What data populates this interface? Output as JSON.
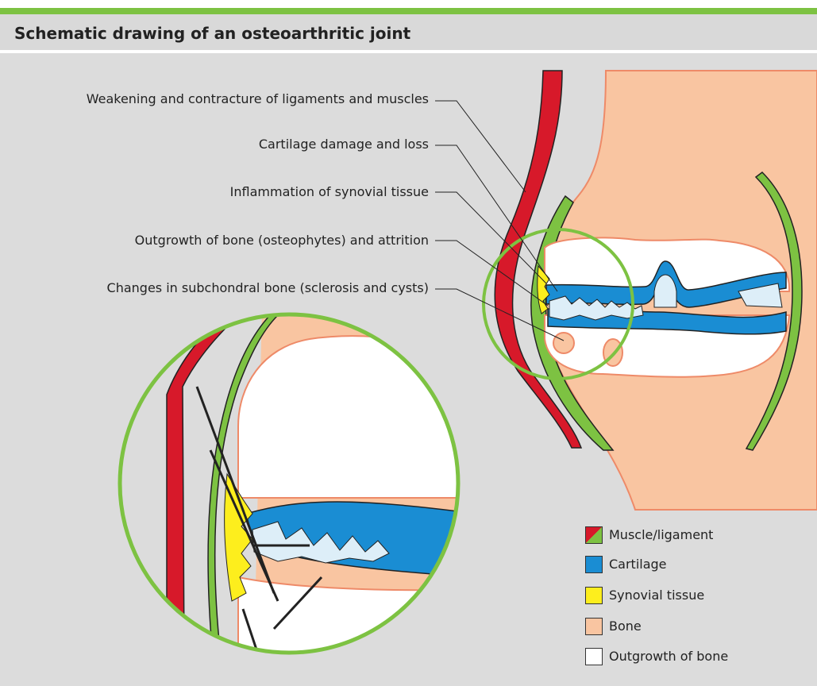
{
  "title": "Schematic drawing of an osteoarthritic joint",
  "labels": [
    "Weakening and contracture of ligaments and muscles",
    "Cartilage damage and loss",
    "Inflammation of synovial tissue",
    "Outgrowth of bone (osteophytes) and attrition",
    "Changes in subchondral bone (sclerosis and cysts)"
  ],
  "legend": [
    {
      "label": "Muscle/ligament",
      "swatch": "muscle-ligament-swatch"
    },
    {
      "label": "Cartilage",
      "swatch": "cartilage-swatch"
    },
    {
      "label": "Synovial tissue",
      "swatch": "synovial-tissue-swatch"
    },
    {
      "label": "Bone",
      "swatch": "bone-swatch"
    },
    {
      "label": "Outgrowth of bone",
      "swatch": "outgrowth-of-bone-swatch"
    }
  ],
  "colors": {
    "accent_green": "#7dc242",
    "muscle_ligament": "#d7192a",
    "cartilage": "#1a8dd3",
    "cartilage_damaged": "#ddeef8",
    "synovial_tissue": "#fdee1d",
    "bone": "#f9c5a1",
    "bone_outline": "#ee8a68",
    "outgrowth_of_bone": "#ffffff",
    "panel_background": "#dcdcdc"
  }
}
